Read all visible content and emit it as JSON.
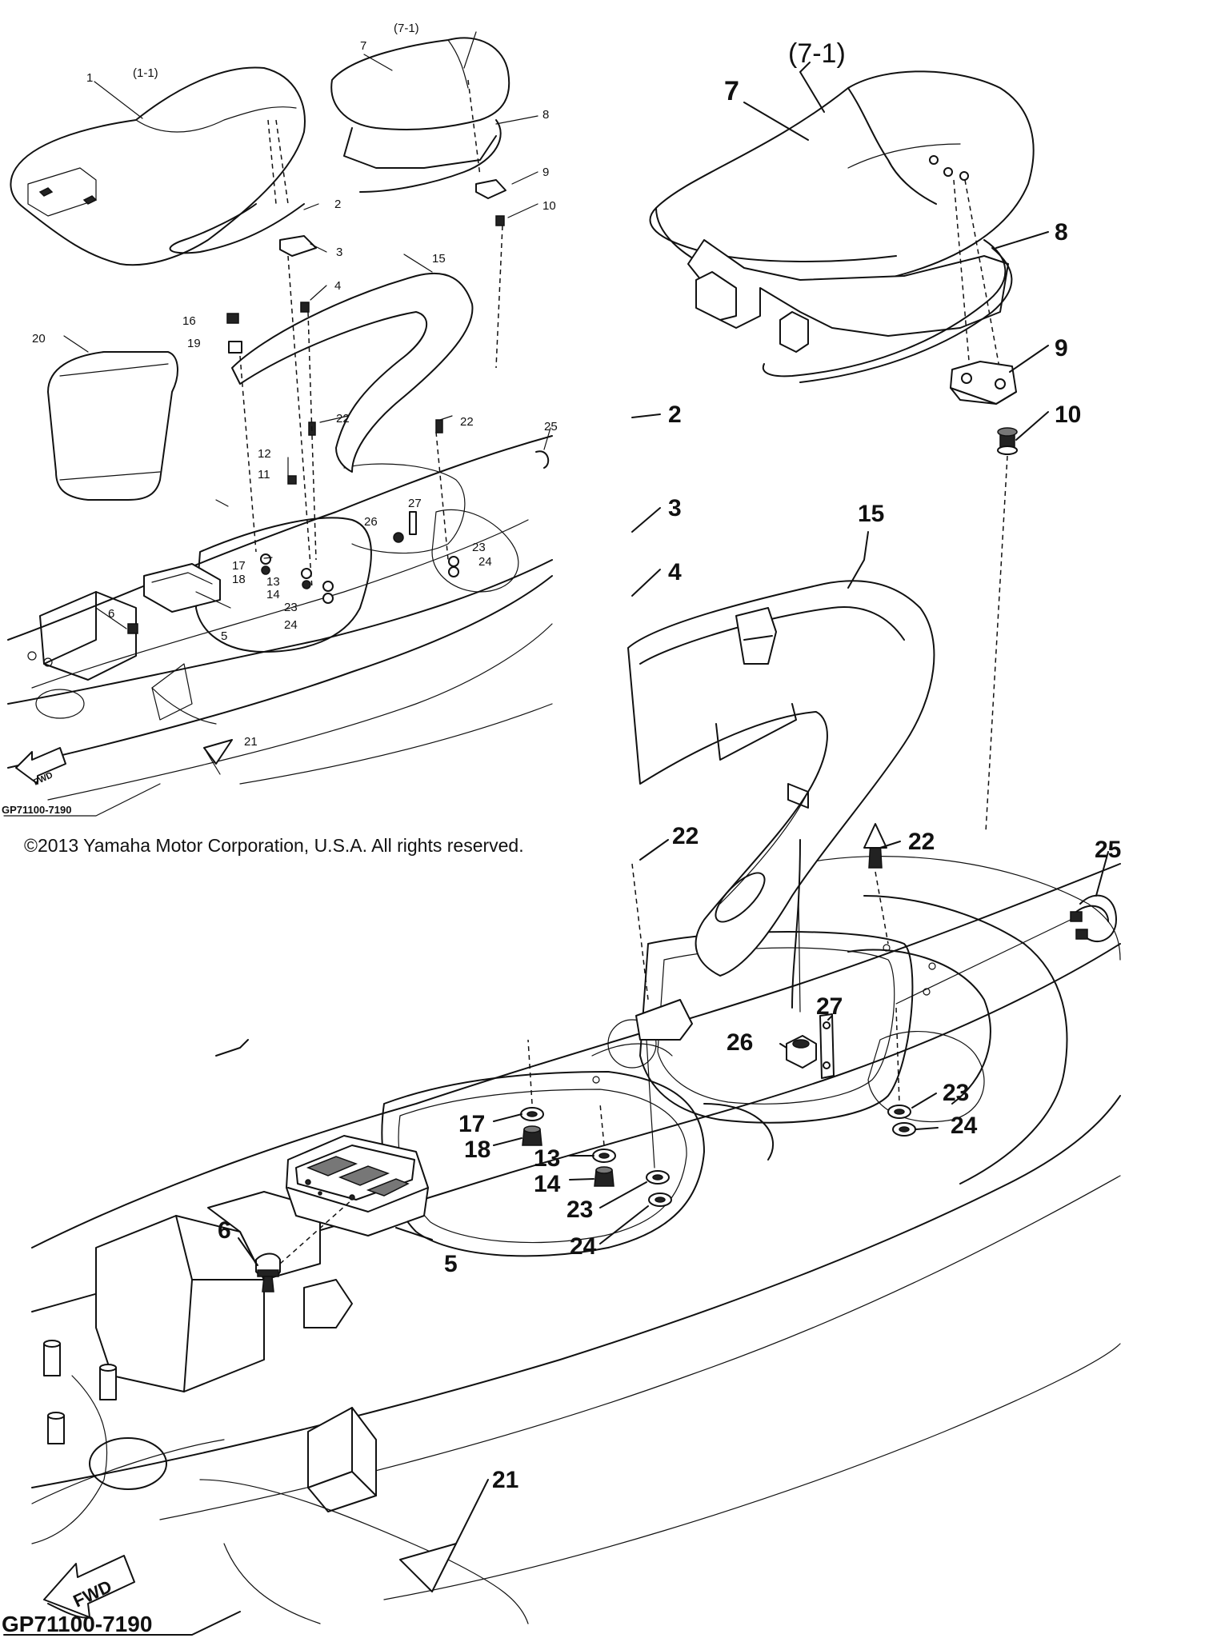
{
  "copyright": "©2013 Yamaha Motor Corporation, U.S.A. All rights reserved.",
  "diagram_code": "GP71100-7190",
  "fwd_label": "FWD",
  "small_callouts": [
    {
      "id": "s1",
      "label": "1"
    },
    {
      "id": "s1-1",
      "label": "(1-1)"
    },
    {
      "id": "s2",
      "label": "2"
    },
    {
      "id": "s3",
      "label": "3"
    },
    {
      "id": "s4",
      "label": "4"
    },
    {
      "id": "s5",
      "label": "5"
    },
    {
      "id": "s6",
      "label": "6"
    },
    {
      "id": "s7",
      "label": "7"
    },
    {
      "id": "s7-1",
      "label": "(7-1)"
    },
    {
      "id": "s8",
      "label": "8"
    },
    {
      "id": "s9",
      "label": "9"
    },
    {
      "id": "s10",
      "label": "10"
    },
    {
      "id": "s11",
      "label": "11"
    },
    {
      "id": "s12",
      "label": "12"
    },
    {
      "id": "s13",
      "label": "13"
    },
    {
      "id": "s14",
      "label": "14"
    },
    {
      "id": "s15",
      "label": "15"
    },
    {
      "id": "s16",
      "label": "16"
    },
    {
      "id": "s17",
      "label": "17"
    },
    {
      "id": "s18",
      "label": "18"
    },
    {
      "id": "s19",
      "label": "19"
    },
    {
      "id": "s20",
      "label": "20"
    },
    {
      "id": "s21",
      "label": "21"
    },
    {
      "id": "s22a",
      "label": "22"
    },
    {
      "id": "s22b",
      "label": "22"
    },
    {
      "id": "s23a",
      "label": "23"
    },
    {
      "id": "s23b",
      "label": "23"
    },
    {
      "id": "s24a",
      "label": "24"
    },
    {
      "id": "s24b",
      "label": "24"
    },
    {
      "id": "s25",
      "label": "25"
    },
    {
      "id": "s26",
      "label": "26"
    },
    {
      "id": "s27",
      "label": "27"
    }
  ],
  "large_callouts": [
    {
      "id": "L7-1",
      "label": "(7-1)"
    },
    {
      "id": "L7",
      "label": "7"
    },
    {
      "id": "L8",
      "label": "8"
    },
    {
      "id": "L9",
      "label": "9"
    },
    {
      "id": "L10",
      "label": "10"
    },
    {
      "id": "L2",
      "label": "2"
    },
    {
      "id": "L3",
      "label": "3"
    },
    {
      "id": "L4",
      "label": "4"
    },
    {
      "id": "L15",
      "label": "15"
    },
    {
      "id": "L22a",
      "label": "22"
    },
    {
      "id": "L22b",
      "label": "22"
    },
    {
      "id": "L25",
      "label": "25"
    },
    {
      "id": "L27",
      "label": "27"
    },
    {
      "id": "L26",
      "label": "26"
    },
    {
      "id": "L23a",
      "label": "23"
    },
    {
      "id": "L24a",
      "label": "24"
    },
    {
      "id": "L17",
      "label": "17"
    },
    {
      "id": "L18",
      "label": "18"
    },
    {
      "id": "L13",
      "label": "13"
    },
    {
      "id": "L14",
      "label": "14"
    },
    {
      "id": "L23b",
      "label": "23"
    },
    {
      "id": "L24b",
      "label": "24"
    },
    {
      "id": "L6",
      "label": "6"
    },
    {
      "id": "L5",
      "label": "5"
    },
    {
      "id": "L21",
      "label": "21"
    }
  ]
}
